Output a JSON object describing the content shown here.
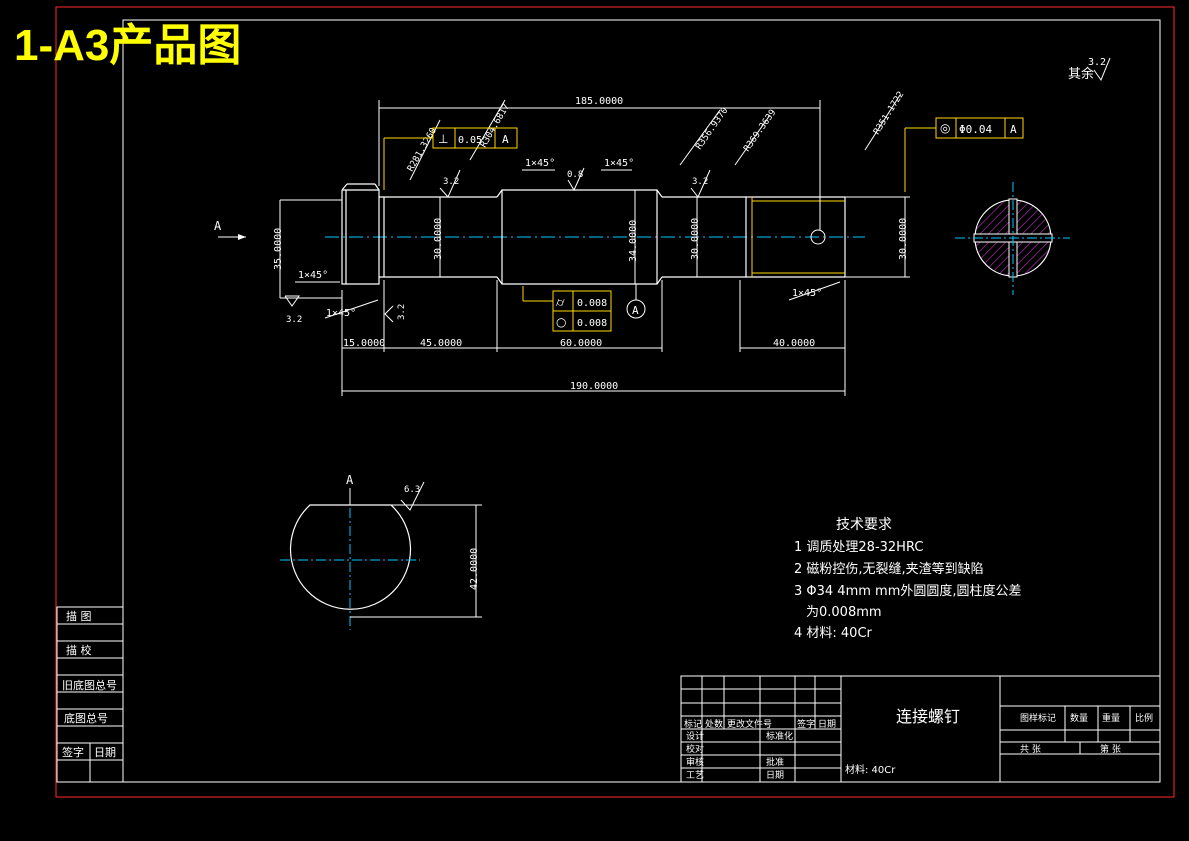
{
  "banner": "1-A3产品图",
  "roughness_other": "其余",
  "roughness_other_value": "3.2",
  "view_label_a": "A",
  "section_label": "A",
  "dims": {
    "d_length_total_top": "185.0000",
    "d_left_dia": "35.0000",
    "d_dia1": "30.0000",
    "d_dia2": "34.0000",
    "d_dia3": "30.0000",
    "d_dia4": "30.0000",
    "d_len15": "15.0000",
    "d_len45": "45.0000",
    "d_len60": "60.0000",
    "d_len40": "40.0000",
    "d_len190": "190.0000",
    "d_section_dia": "42.0000"
  },
  "leaders": {
    "l1": "R281.3260",
    "l2": "R304.6817",
    "l3": "R356.9370",
    "l4": "R369.3639",
    "l5": "R351.1722"
  },
  "chamfers": {
    "c1": "1×45°",
    "c2": "1×45°",
    "c3": "1×45°",
    "c4": "1×45°",
    "c5": "1×45°"
  },
  "roughness": {
    "r1": "3.2",
    "r2": "0.8",
    "r3": "3.2",
    "r4": "3.2",
    "r5": "3.2",
    "r6": "6.3"
  },
  "tolerances": {
    "perp_value": "0.05",
    "perp_datum": "A",
    "conc_value": "Φ0.04",
    "conc_datum": "A",
    "cyl_value": "0.008",
    "round_value": "0.008",
    "datum_label": "A"
  },
  "tech_req": {
    "title": "技术要求",
    "line1": "1 调质处理28-32HRC",
    "line2": "2 磁粉控伤,无裂缝,夹渣等到缺陷",
    "line3": "3 Φ34 4mm mm外圆圆度,圆柱度公差",
    "line4": "为0.008mm",
    "line5": "4 材料: 40Cr"
  },
  "side_table": {
    "r1": "描 图",
    "r2": "描 校",
    "r3": "旧底图总号",
    "r4": "底图总号",
    "r5a": "签字",
    "r5b": "日期"
  },
  "title_block": {
    "part_name": "连接螺钉",
    "material": "材料: 40Cr",
    "headers": [
      "标记",
      "处数",
      "更改文件号",
      "签字",
      "日期"
    ],
    "row_design": "设计",
    "row_check": "校对",
    "row_review": "审核",
    "row_process": "工艺",
    "std": "标准化",
    "approve": "批准",
    "date": "日期",
    "stage_label": "图样标记",
    "qty_label": "数量",
    "weight_label": "重量",
    "scale_label": "比例",
    "sheets_total": "共 张",
    "sheet_no": "第 张"
  }
}
